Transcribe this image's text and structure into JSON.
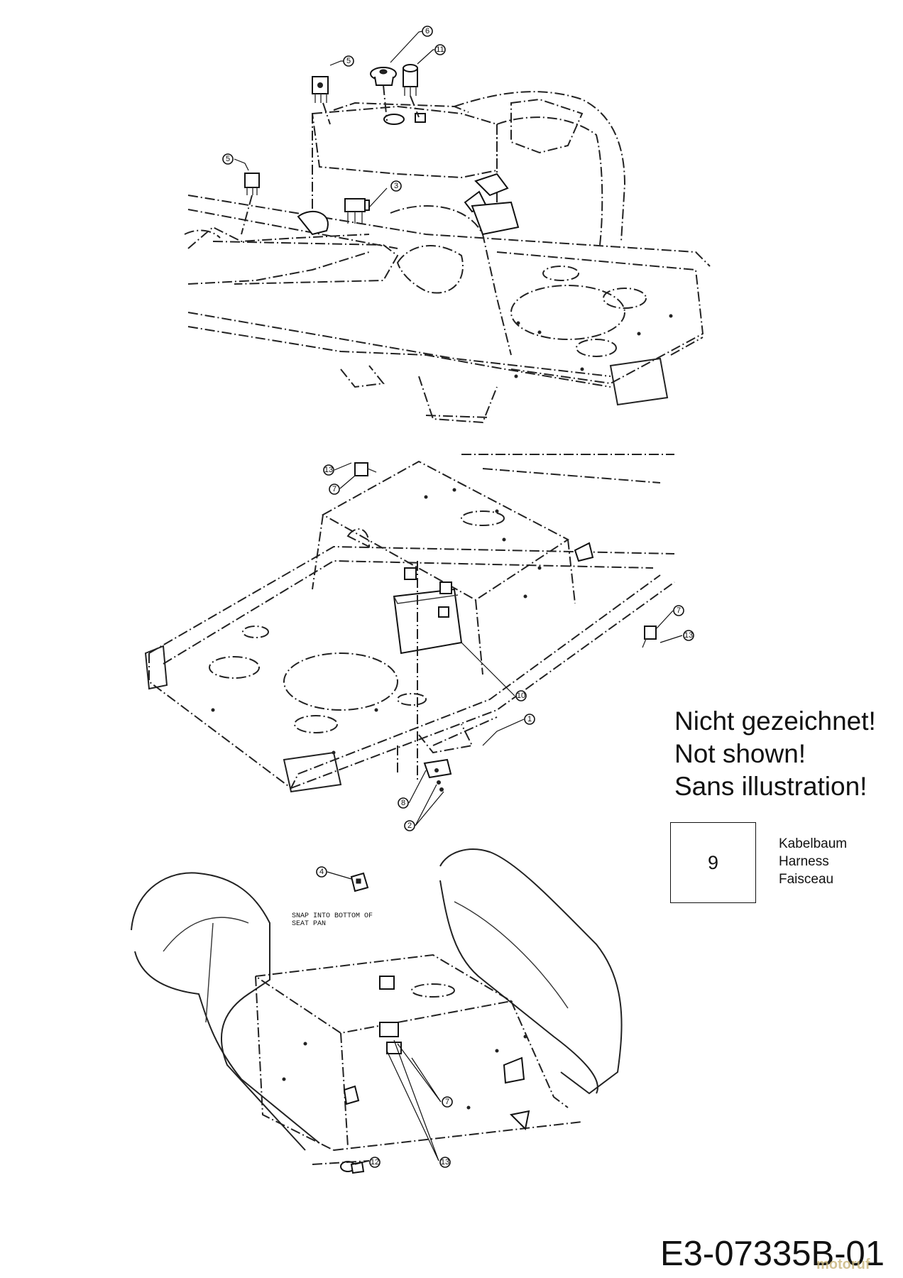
{
  "notes": {
    "not_shown_de": "Nicht gezeichnet!",
    "not_shown_en": "Not shown!",
    "not_shown_fr": "Sans illustration!"
  },
  "legend": {
    "part_number": "9",
    "name_de": "Kabelbaum",
    "name_en": "Harness",
    "name_fr": "Faisceau"
  },
  "annotation": {
    "line1": "SNAP INTO BOTTOM OF",
    "line2": "SEAT PAN"
  },
  "drawing_code": "E3-07335B-01",
  "watermark": "motoruf",
  "callouts": [
    "5",
    "6",
    "11",
    "5",
    "3",
    "13",
    "7",
    "7",
    "13",
    "10",
    "1",
    "8",
    "2",
    "4",
    "7",
    "12",
    "13"
  ]
}
